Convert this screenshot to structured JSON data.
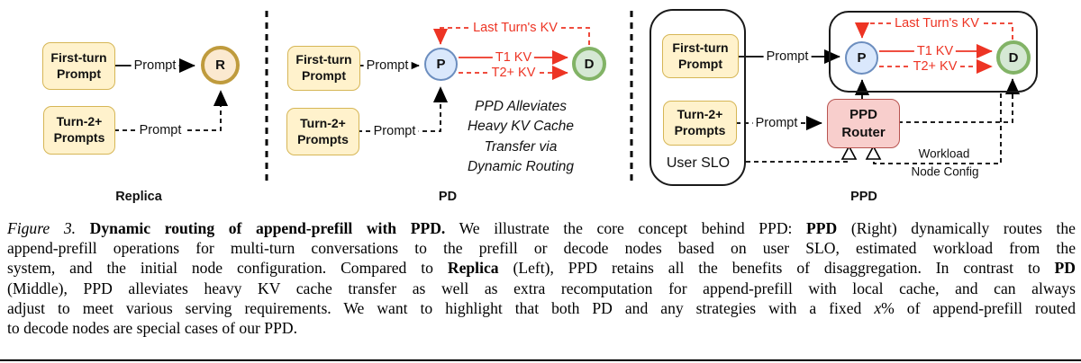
{
  "colors": {
    "box_fill": "#fff2cc",
    "box_border": "#d6b656",
    "replica_fill": "#fbe9d0",
    "replica_border": "#bf9b3d",
    "prefill_fill": "#dae8fc",
    "prefill_border": "#6c8ebf",
    "decode_fill": "#d5e8d4",
    "decode_border": "#82b366",
    "router_fill": "#f8cecc",
    "router_border": "#b85450",
    "kv_red": "#ed3424",
    "line_black": "#000000"
  },
  "panels": {
    "replica": {
      "label": "Replica",
      "box_first_turn": "First-turn\nPrompt",
      "box_turn2": "Turn-2+\nPrompts",
      "node_r": "R",
      "edge_prompt_solid": "Prompt",
      "edge_prompt_dashed": "Prompt"
    },
    "pd": {
      "label": "PD",
      "box_first_turn": "First-turn\nPrompt",
      "box_turn2": "Turn-2+\nPrompts",
      "node_p": "P",
      "node_d": "D",
      "edge_prompt_solid": "Prompt",
      "edge_prompt_dashed": "Prompt",
      "kv_last": "Last Turn's KV",
      "kv_t1": "T1 KV",
      "kv_t2": "T2+ KV",
      "note": "PPD Alleviates\nHeavy KV Cache\nTransfer via\nDynamic Routing"
    },
    "ppd": {
      "label": "PPD",
      "user_slo": "User SLO",
      "box_first_turn": "First-turn\nPrompt",
      "box_turn2": "Turn-2+\nPrompts",
      "node_p": "P",
      "node_d": "D",
      "router": "PPD\nRouter",
      "edge_prompt_solid": "Prompt",
      "edge_prompt_dashed": "Prompt",
      "kv_last": "Last Turn's KV",
      "kv_t1": "T1 KV",
      "kv_t2": "T2+ KV",
      "workload": "Workload",
      "node_config": "Node Config"
    }
  },
  "caption": {
    "lines": [
      {
        "last": false,
        "segments": [
          {
            "t": "Figure 3. ",
            "s": "i"
          },
          {
            "t": "Dynamic routing of append-prefill with PPD.",
            "s": "b"
          },
          {
            "t": " We illustrate the core concept behind PPD: ",
            "s": ""
          },
          {
            "t": "PPD",
            "s": "b"
          },
          {
            "t": " (Right) dynamically routes the",
            "s": ""
          }
        ]
      },
      {
        "last": false,
        "segments": [
          {
            "t": "append-prefill operations for multi-turn conversations to the prefill or decode nodes based on user SLO, estimated workload from the",
            "s": ""
          }
        ]
      },
      {
        "last": false,
        "segments": [
          {
            "t": "system, and the initial node configuration. Compared to ",
            "s": ""
          },
          {
            "t": "Replica",
            "s": "b"
          },
          {
            "t": " (Left), PPD retains all the benefits of disaggregation. In contrast to ",
            "s": ""
          },
          {
            "t": "PD",
            "s": "b"
          }
        ]
      },
      {
        "last": false,
        "segments": [
          {
            "t": "(Middle), PPD alleviates heavy KV cache transfer as well as extra recomputation for append-prefill with local cache, and can always",
            "s": ""
          }
        ]
      },
      {
        "last": false,
        "segments": [
          {
            "t": "adjust to meet various serving requirements. We want to highlight that both PD and any strategies with a fixed ",
            "s": ""
          },
          {
            "t": "x",
            "s": "i"
          },
          {
            "t": "% of append-prefill routed",
            "s": ""
          }
        ]
      },
      {
        "last": true,
        "segments": [
          {
            "t": "to decode nodes are special cases of our PPD.",
            "s": ""
          }
        ]
      }
    ]
  }
}
